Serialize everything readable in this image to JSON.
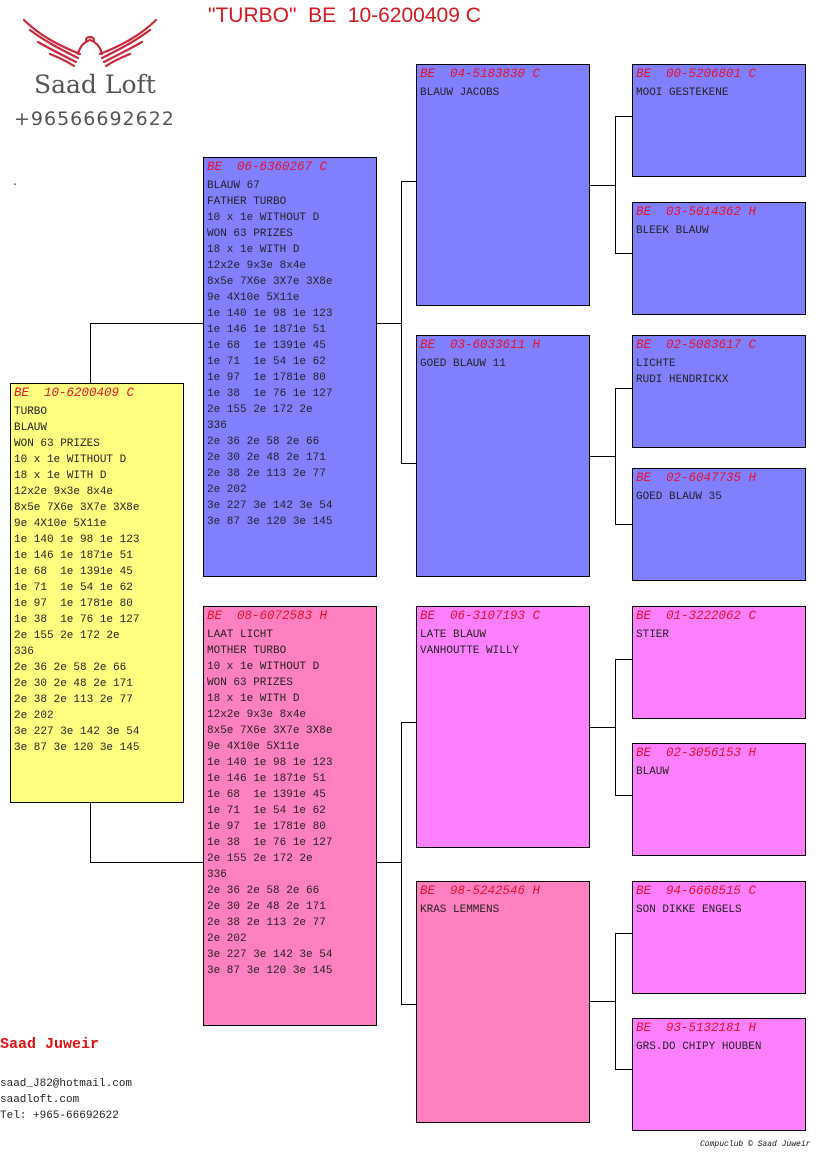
{
  "header": {
    "title": "\"TURBO\"  BE  10-6200409 C"
  },
  "logo": {
    "icon": "wings-icon",
    "brand": "Saad Loft",
    "phone": "+96566692622"
  },
  "colors": {
    "title": "#d41820",
    "ring": "#e8102a",
    "subject_box": "#ffff80",
    "sire_line": "#8080ff",
    "dam_box": "#ff80c0",
    "dam_line": "#ff80ff"
  },
  "pedigree": {
    "subject": {
      "ring": "BE  10-6200409 C",
      "lines": [
        "TURBO",
        "BLAUW",
        "WON 63 PRIZES",
        "10 x 1e WITHOUT D",
        "18 x 1e WITH D",
        "12x2e 9x3e 8x4e",
        "8x5e 7X6e 3X7e 3X8e",
        "9e 4X10e 5X11e",
        "1e 140 1e 98 1e 123",
        "1e 146 1e 1871e 51",
        "1e 68  1e 1391e 45",
        "1e 71  1e 54 1e 62",
        "1e 97  1e 1781e 80",
        "1e 38  1e 76 1e 127",
        "2e 155 2e 172 2e",
        "336",
        "2e 36 2e 58 2e 66",
        "2e 30 2e 48 2e 171",
        "2e 38 2e 113 2e 77",
        "2e 202",
        "3e 227 3e 142 3e 54",
        "3e 87 3e 120 3e 145"
      ]
    },
    "sire": {
      "ring": "BE  06-6360267 C",
      "lines": [
        "BLAUW 67",
        "FATHER TURBO",
        "10 x 1e WITHOUT D",
        "WON 63 PRIZES",
        "18 x 1e WITH D",
        "12x2e 9x3e 8x4e",
        "8x5e 7X6e 3X7e 3X8e",
        "9e 4X10e 5X11e",
        "1e 140 1e 98 1e 123",
        "1e 146 1e 1871e 51",
        "1e 68  1e 1391e 45",
        "1e 71  1e 54 1e 62",
        "1e 97  1e 1781e 80",
        "1e 38  1e 76 1e 127",
        "2e 155 2e 172 2e",
        "336",
        "2e 36 2e 58 2e 66",
        "2e 30 2e 48 2e 171",
        "2e 38 2e 113 2e 77",
        "2e 202",
        "3e 227 3e 142 3e 54",
        "3e 87 3e 120 3e 145"
      ]
    },
    "dam": {
      "ring": "BE  08-6072583 H",
      "lines": [
        "LAAT LICHT",
        "MOTHER TURBO",
        "10 x 1e WITHOUT D",
        "WON 63 PRIZES",
        "18 x 1e WITH D",
        "12x2e 9x3e 8x4e",
        "8x5e 7X6e 3X7e 3X8e",
        "9e 4X10e 5X11e",
        "1e 140 1e 98 1e 123",
        "1e 146 1e 1871e 51",
        "1e 68  1e 1391e 45",
        "1e 71  1e 54 1e 62",
        "1e 97  1e 1781e 80",
        "1e 38  1e 76 1e 127",
        "2e 155 2e 172 2e",
        "336",
        "2e 36 2e 58 2e 66",
        "2e 30 2e 48 2e 171",
        "2e 38 2e 113 2e 77",
        "2e 202",
        "3e 227 3e 142 3e 54",
        "3e 87 3e 120 3e 145"
      ]
    },
    "grandparents": [
      {
        "ring": "BE  04-5183830 C",
        "lines": [
          "BLAUW JACOBS"
        ]
      },
      {
        "ring": "BE  03-6033611 H",
        "lines": [
          "GOED BLAUW 11"
        ]
      },
      {
        "ring": "BE  06-3107193 C",
        "lines": [
          "LATE BLAUW",
          "VANHOUTTE WILLY"
        ]
      },
      {
        "ring": "BE  98-5242546 H",
        "lines": [
          "KRAS LEMMENS"
        ]
      }
    ],
    "great_grandparents": [
      {
        "ring": "BE  00-5206801 C",
        "lines": [
          "MOOI GESTEKENE"
        ]
      },
      {
        "ring": "BE  03-5014362 H",
        "lines": [
          "BLEEK BLAUW"
        ]
      },
      {
        "ring": "BE  02-5083617 C",
        "lines": [
          "LICHTE",
          "RUDI HENDRICKX"
        ]
      },
      {
        "ring": "BE  02-6047735 H",
        "lines": [
          "GOED BLAUW 35"
        ]
      },
      {
        "ring": "BE  01-3222062 C",
        "lines": [
          "STIER"
        ]
      },
      {
        "ring": "BE  02-3056153 H",
        "lines": [
          "BLAUW"
        ]
      },
      {
        "ring": "BE  94-6668515 C",
        "lines": [
          "SON DIKKE ENGELS"
        ]
      },
      {
        "ring": "BE  93-5132181 H",
        "lines": [
          "GRS.DO CHIPY HOUBEN"
        ]
      }
    ]
  },
  "owner": {
    "name": "Saad Juweir",
    "email": "saad_J82@hotmail.com",
    "website": "saadloft.com",
    "tel": "Tel: +965-66692622"
  },
  "footer": {
    "credit": "Compuclub © Saad Juweir"
  }
}
